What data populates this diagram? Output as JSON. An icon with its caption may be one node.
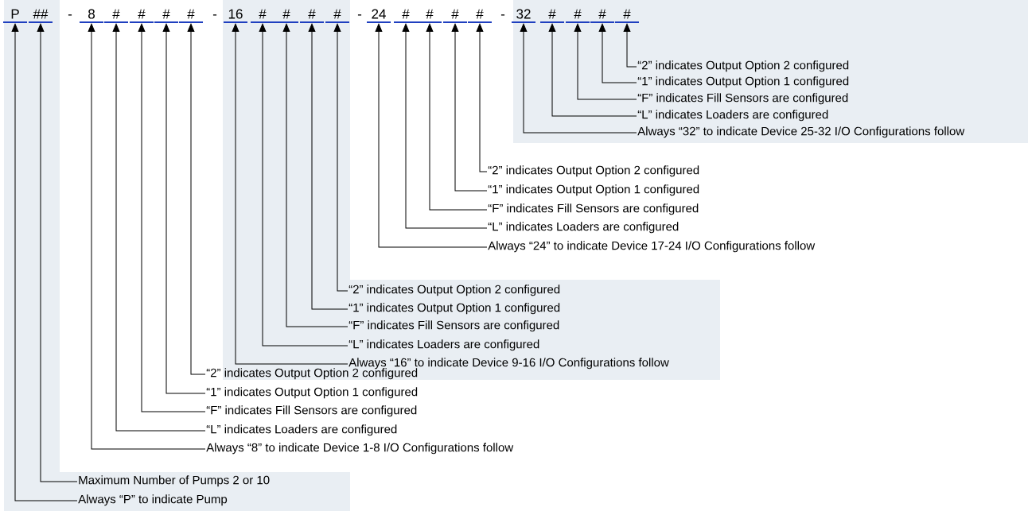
{
  "diagram": {
    "nodes": [
      {
        "text": [
          "P"
        ]
      },
      {
        "text": [
          "##"
        ]
      },
      {
        "text": [
          "8"
        ]
      },
      {
        "text": [
          "#"
        ]
      },
      {
        "text": [
          "#"
        ]
      },
      {
        "text": [
          "#"
        ]
      },
      {
        "text": [
          "#"
        ]
      },
      {
        "text": [
          "16"
        ]
      },
      {
        "text": [
          "#"
        ]
      },
      {
        "text": [
          "#"
        ]
      },
      {
        "text": [
          "#"
        ]
      },
      {
        "text": [
          "#"
        ]
      },
      {
        "text": [
          "24"
        ]
      },
      {
        "text": [
          "#"
        ]
      },
      {
        "text": [
          "#"
        ]
      },
      {
        "text": [
          "#"
        ]
      },
      {
        "text": [
          "#"
        ]
      },
      {
        "text": [
          "32"
        ]
      },
      {
        "text": [
          "#"
        ]
      },
      {
        "text": [
          "#"
        ]
      },
      {
        "text": [
          "#"
        ]
      },
      {
        "text": [
          "#"
        ]
      },
      {
        "text": [
          "“2” indicates Output Option 2 configured"
        ]
      },
      {
        "text": [
          "“1” indicates Output Option 1 configured"
        ]
      },
      {
        "text": [
          "“F” indicates Fill Sensors are configured"
        ]
      },
      {
        "text": [
          "“L” indicates Loaders are configured"
        ]
      },
      {
        "text": [
          "Always “32” to indicate Device 25-32 I/O Configurations follow"
        ]
      },
      {
        "text": [
          "“2” indicates Output Option 2 configured"
        ]
      },
      {
        "text": [
          "“1” indicates Output Option 1 configured"
        ]
      },
      {
        "text": [
          "“F” indicates Fill Sensors are configured"
        ]
      },
      {
        "text": [
          "“L” indicates Loaders are configured"
        ]
      },
      {
        "text": [
          "Always “24” to indicate Device 17-24 I/O Configurations follow"
        ]
      },
      {
        "text": [
          "“2” indicates Output Option 2 configured"
        ]
      },
      {
        "text": [
          "“1” indicates Output Option 1 configured"
        ]
      },
      {
        "text": [
          "“F” indicates Fill Sensors are configured"
        ]
      },
      {
        "text": [
          "“L” indicates Loaders are configured"
        ]
      },
      {
        "text": [
          "Always “16” to indicate Device 9-16 I/O Configurations follow"
        ]
      },
      {
        "text": [
          "“2” indicates Output Option 2 configured"
        ]
      },
      {
        "text": [
          "“1” indicates Output Option 1 configured"
        ]
      },
      {
        "text": [
          "“F” indicates Fill Sensors are configured"
        ]
      },
      {
        "text": [
          "“L” indicates Loaders are configured"
        ]
      },
      {
        "text": [
          "Always “8” to indicate Device 1-8 I/O Configurations follow"
        ]
      },
      {
        "text": [
          "Maximum Number of Pumps 2 or 10"
        ]
      },
      {
        "text": [
          "Always “P” to indicate Pump"
        ]
      }
    ],
    "edges": [
      {
        "from": 22,
        "to": 21,
        "arrow": "to"
      },
      {
        "from": 23,
        "to": 20,
        "arrow": "to"
      },
      {
        "from": 24,
        "to": 19,
        "arrow": "to"
      },
      {
        "from": 25,
        "to": 18,
        "arrow": "to"
      },
      {
        "from": 26,
        "to": 17,
        "arrow": "to"
      },
      {
        "from": 27,
        "to": 16,
        "arrow": "to"
      },
      {
        "from": 28,
        "to": 15,
        "arrow": "to"
      },
      {
        "from": 29,
        "to": 14,
        "arrow": "to"
      },
      {
        "from": 30,
        "to": 13,
        "arrow": "to"
      },
      {
        "from": 31,
        "to": 12,
        "arrow": "to"
      },
      {
        "from": 32,
        "to": 11,
        "arrow": "to"
      },
      {
        "from": 33,
        "to": 10,
        "arrow": "to"
      },
      {
        "from": 34,
        "to": 9,
        "arrow": "to"
      },
      {
        "from": 35,
        "to": 8,
        "arrow": "to"
      },
      {
        "from": 36,
        "to": 7,
        "arrow": "to"
      },
      {
        "from": 37,
        "to": 6,
        "arrow": "to"
      },
      {
        "from": 38,
        "to": 5,
        "arrow": "to"
      },
      {
        "from": 39,
        "to": 4,
        "arrow": "to"
      },
      {
        "from": 40,
        "to": 3,
        "arrow": "to"
      },
      {
        "from": 41,
        "to": 2,
        "arrow": "to"
      },
      {
        "from": 42,
        "to": 1,
        "arrow": "to"
      },
      {
        "from": 43,
        "to": 0,
        "arrow": "to"
      }
    ],
    "labels": [
      "-",
      "-",
      "-",
      "-"
    ]
  }
}
